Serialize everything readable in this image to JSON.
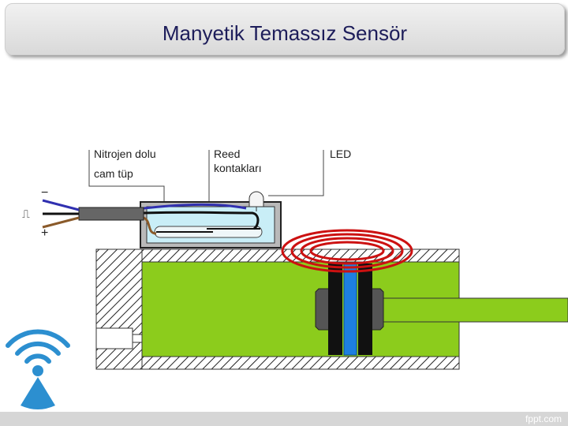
{
  "title": "Manyetik Temassız Sensör",
  "labels": {
    "nitrogen": "Nitrojen dolu",
    "glass_tube": "cam tüp",
    "reed_line1": "Reed",
    "reed_line2": "kontakları",
    "led": "LED"
  },
  "symbols": {
    "minus": "−",
    "plus": "+",
    "pulse": "⎍"
  },
  "branding": "fppt.com",
  "colors": {
    "title_text": "#1d1d5a",
    "glass_fill": "#c9eef7",
    "piston_green": "#8ccc1c",
    "magnet_blue": "#1e7fe0",
    "field_red": "#cc1111",
    "logo_blue": "#2c8fd0"
  }
}
